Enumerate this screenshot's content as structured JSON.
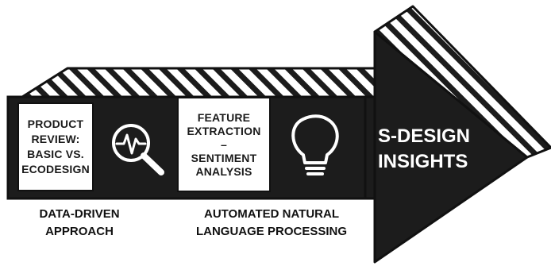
{
  "diagram": {
    "steps": [
      {
        "box_label": "PRODUCT\nREVIEW:\nBASIC VS.\nECODESIGN",
        "icon": "analytics-magnifier-icon",
        "caption": "DATA-DRIVEN\nAPPROACH"
      },
      {
        "box_label": "FEATURE\nEXTRACTION\n–\nSENTIMENT\nANALYSIS",
        "icon": "lightbulb-icon",
        "caption": "AUTOMATED NATURAL\nLANGUAGE PROCESSING"
      }
    ],
    "outcome_label": "S-DESIGN\nINSIGHTS",
    "colors": {
      "arrow_fill": "#1c1c1c",
      "hatch_fill": "#ffffff",
      "box_fill": "#ffffff",
      "icon_stroke": "#ffffff"
    }
  }
}
